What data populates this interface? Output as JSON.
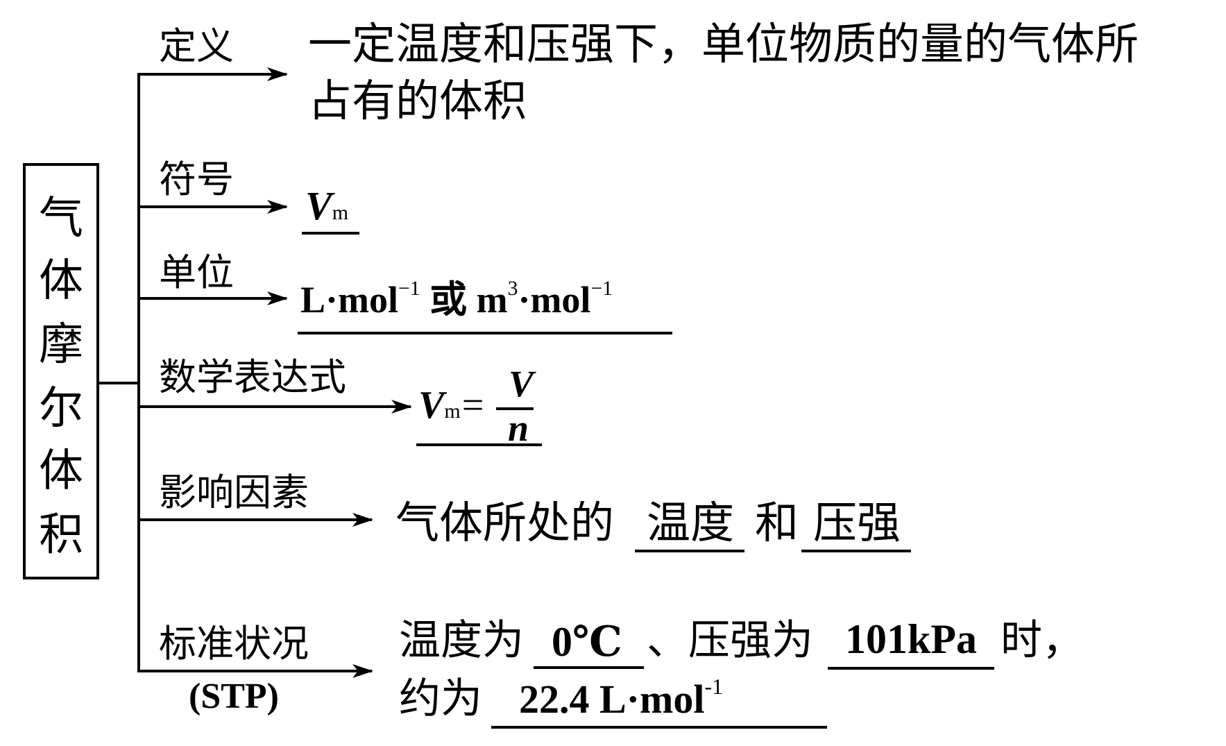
{
  "title": {
    "chars": [
      "气",
      "体",
      "摩",
      "尔",
      "体",
      "积"
    ],
    "text": "气体摩尔体积"
  },
  "branches": [
    {
      "id": "definition",
      "label": "定义",
      "answer_lines": [
        "一定温度和压强下，单位物质的量的气体所",
        "占有的体积"
      ]
    },
    {
      "id": "symbol",
      "label": "符号",
      "answer": {
        "main": "V",
        "sub": "m",
        "underlined": true
      }
    },
    {
      "id": "unit",
      "label": "单位",
      "answer": {
        "part1": "L·mol",
        "part1_sup": "−1",
        "connector": "或",
        "part2_base": "m",
        "part2_sup": "3",
        "part2_rest": "·mol",
        "part2_rest_sup": "−1",
        "underlined": true
      }
    },
    {
      "id": "expression",
      "label": "数学表达式",
      "answer": {
        "lhs_main": "V",
        "lhs_sub": "m",
        "equals": "=",
        "numerator": "V",
        "denominator": "n",
        "underlined": true
      }
    },
    {
      "id": "factors",
      "label": "影响因素",
      "answer": {
        "prefix": "气体所处的",
        "blank1": "温度",
        "connector": "和",
        "blank2": "压强"
      }
    },
    {
      "id": "stp",
      "label": "标准状况",
      "sublabel": "(STP)",
      "answer": {
        "line1_prefix": "温度为",
        "line1_blank1": "0℃",
        "line1_sep": "、压强为",
        "line1_blank2": "101kPa",
        "line1_suffix": "时，",
        "line2_prefix": "约为",
        "line2_blank": "22.4 L·mol",
        "line2_blank_sup": "-1"
      }
    }
  ],
  "colors": {
    "ink": "#000000",
    "background": "#ffffff"
  }
}
